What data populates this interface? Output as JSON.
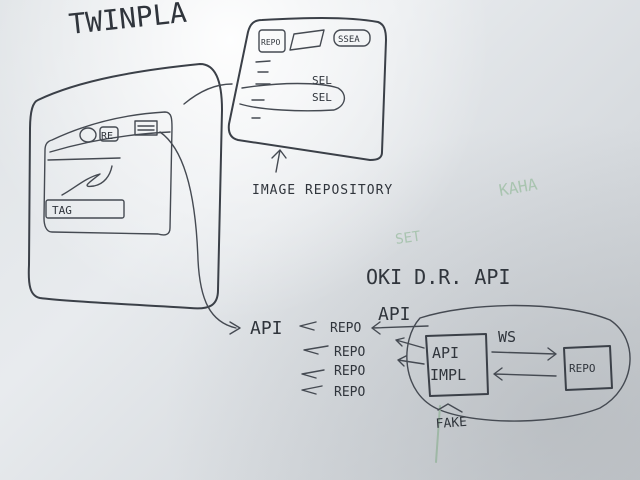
{
  "board": {
    "title": "TWINPLA",
    "mock_button_1": "RE",
    "mock_field": "TAG",
    "repo_box_label": "REPO",
    "repo_box_tab": "SSEA",
    "repo_sel_1": "SEL",
    "repo_sel_2": "SEL",
    "image_repository": "IMAGE REPOSITORY",
    "faint_1": "KAHA",
    "faint_2": "SET",
    "oki_title": "OKI D.R. API",
    "api_left": "API",
    "repo_items": [
      "REPO",
      "REPO",
      "REPO",
      "REPO"
    ],
    "api_top": "API",
    "api_impl": [
      "API",
      "IMPL"
    ],
    "ws_label": "WS",
    "repo_right": "REPO",
    "bottom_note": "FAKE"
  },
  "colors": {
    "board": "#e3e6e9",
    "marker": "#3b4048",
    "faint_green": "#a9c4b0"
  }
}
